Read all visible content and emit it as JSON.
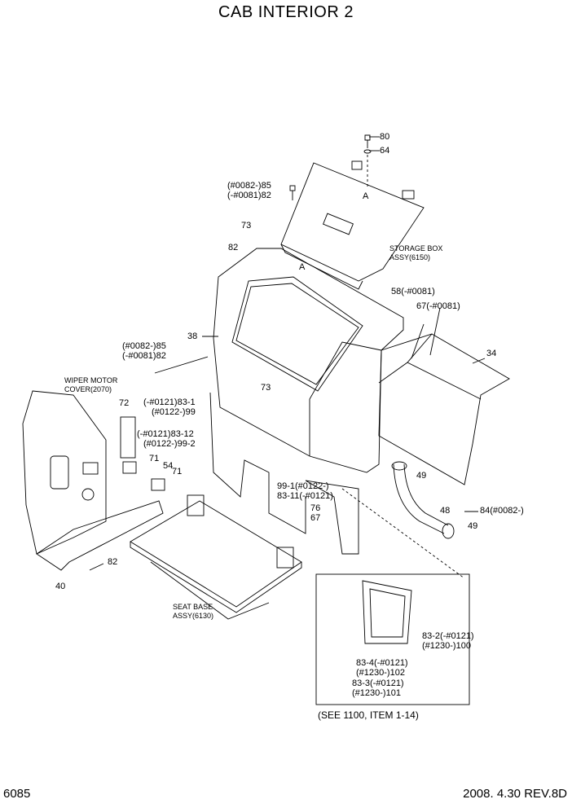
{
  "title": "CAB INTERIOR 2",
  "footer": {
    "page": "6085",
    "revision": "2008. 4.30  REV.8D"
  },
  "labels": {
    "l80": "80",
    "l64": "64",
    "l85a1": "(#0082-)85",
    "l85a2": "(-#0081)82",
    "l73a": "73",
    "l82a": "82",
    "lA1": "A",
    "lA2": "A",
    "storage1": "STORAGE BOX",
    "storage2": "ASSY(6150)",
    "l38": "38",
    "l58": "58(-#0081)",
    "l67a": "67(-#0081)",
    "l85b1": "(#0082-)85",
    "l85b2": "(-#0081)82",
    "l34": "34",
    "l73b": "73",
    "wiper1": "WIPER MOTOR",
    "wiper2": "COVER(2070)",
    "l72": "72",
    "l83_1a": "(-#0121)83-1",
    "l83_1b": "(#0122-)99",
    "l83_12a": "(-#0121)83-12",
    "l83_12b": "(#0122-)99-2",
    "l71a": "71",
    "l54": "54",
    "l71b": "71",
    "l49a": "49",
    "l99_1": "99-1(#0122-)",
    "l83_11": "83-11(-#0121)",
    "l76": "76",
    "l67b": "67",
    "l48": "48",
    "l84": "84(#0082-)",
    "l49b": "49",
    "l82b": "82",
    "l40": "40",
    "seat1": "SEAT BASE",
    "seat2": "ASSY(6130)",
    "l83_2a": "83-2(-#0121)",
    "l83_2b": "(#1230-)100",
    "l83_4a": "83-4(-#0121)",
    "l83_4b": "(#1230-)102",
    "l83_3a": "83-3(-#0121)",
    "l83_3b": "(#1230-)101",
    "see": "(SEE 1100, ITEM 1-14)"
  }
}
